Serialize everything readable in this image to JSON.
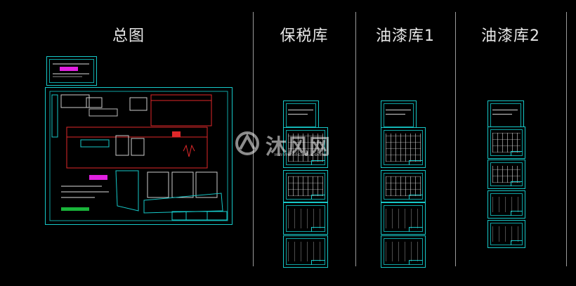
{
  "panels": [
    {
      "title": "总图"
    },
    {
      "title": "保税库"
    },
    {
      "title": "油漆库1"
    },
    {
      "title": "油漆库2"
    }
  ],
  "watermark": {
    "brand": "沐风网",
    "site": "www.mfcad.com"
  },
  "colors": {
    "background": "#000000",
    "frame": "#16c8c8",
    "red": "#e0282a",
    "magenta": "#e020e0",
    "divider": "#9a9a9a"
  },
  "icons": [
    "drawing-sheet-icon",
    "watermark-logo-icon"
  ]
}
